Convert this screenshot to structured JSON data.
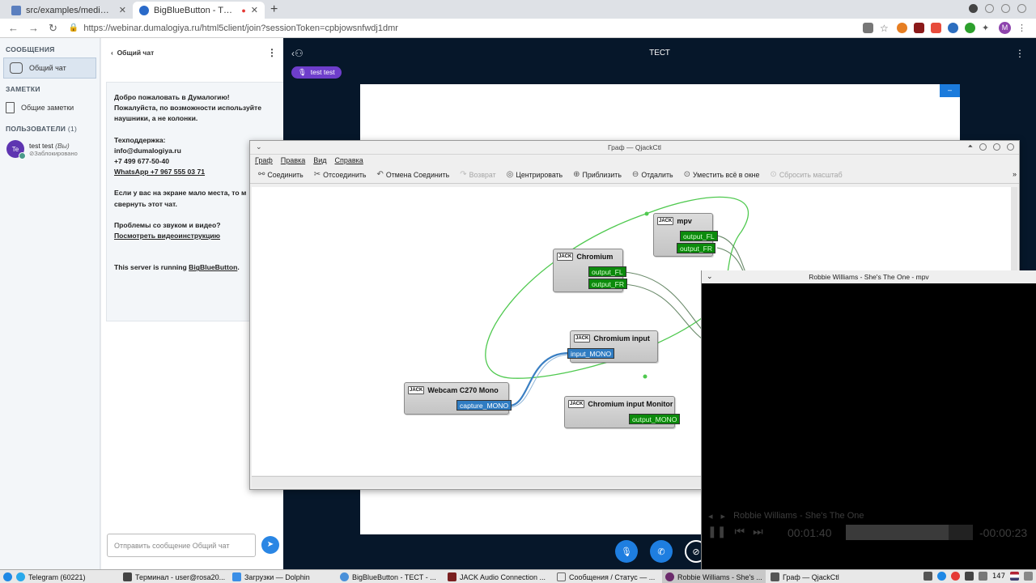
{
  "browser": {
    "tabs": [
      {
        "title": "src/examples/media-session/m",
        "active": false
      },
      {
        "title": "BigBlueButton - TECT",
        "active": true
      }
    ],
    "url": "https://webinar.dumalogiya.ru/html5client/join?sessionToken=cpbjowsnfwdj1dmr"
  },
  "userlist": {
    "messages_heading": "СООБЩЕНИЯ",
    "public_chat": "Общий чат",
    "notes_heading": "ЗАМЕТКИ",
    "shared_notes": "Общие заметки",
    "users_heading": "ПОЛЬЗОВАТЕЛИ",
    "users_count": "(1)",
    "user": {
      "initials": "Te",
      "name": "test test",
      "you": "(Вы)",
      "status": "Заблокировано"
    }
  },
  "chat": {
    "title": "Общий чат",
    "welcome": {
      "l1": "Добро пожаловать в Думалогию!",
      "l2": "Пожалуйста, по возможности используйте",
      "l3": "наушники, а не колонки.",
      "support": "Техподдержка:",
      "email": "info@dumalogiya.ru",
      "phone": "+7 499 677-50-40",
      "whatsapp": "WhatsApp +7 967 555 03 71",
      "small1": "Если у вас на экране мало места, то м",
      "small2": "свернуть этот чат.",
      "problems": "Проблемы со звуком и видео?",
      "video_link": "Посмотреть видеоинструкцию",
      "server_pre": "This server is running ",
      "server_link": "BigBlueButton",
      "server_post": "."
    },
    "input_placeholder": "Отправить сообщение Общий чат"
  },
  "stage": {
    "title": "ТЕСТ",
    "talker": "test test"
  },
  "qjack": {
    "title": "Граф — QjackCtl",
    "menu": [
      "Граф",
      "Правка",
      "Вид",
      "Справка"
    ],
    "toolbar": [
      {
        "label": "Соединить",
        "enabled": true
      },
      {
        "label": "Отсоединить",
        "enabled": true
      },
      {
        "label": "Отмена Соединить",
        "enabled": true
      },
      {
        "label": "Возврат",
        "enabled": false
      },
      {
        "label": "Центрировать",
        "enabled": true
      },
      {
        "label": "Приблизить",
        "enabled": true
      },
      {
        "label": "Отдалить",
        "enabled": true
      },
      {
        "label": "Уместить всё в окне",
        "enabled": true
      },
      {
        "label": "Сбросить масштаб",
        "enabled": false
      }
    ],
    "clients": {
      "mpv": {
        "name": "mpv",
        "ports": [
          "output_FL",
          "output_FR"
        ]
      },
      "chromium": {
        "name": "Chromium",
        "ports": [
          "output_FL",
          "output_FR"
        ]
      },
      "chromium_input": {
        "name": "Chromium input",
        "ports": [
          "input_MONO"
        ]
      },
      "webcam": {
        "name": "Webcam C270 Mono",
        "ports": [
          "capture_MONO"
        ]
      },
      "monitor": {
        "name": "Chromium input Monitor",
        "ports": [
          "output_MONO"
        ]
      }
    }
  },
  "mpv": {
    "title": "Robbie Williams - She's The One - mpv",
    "track": "Robbie Williams - She's The One",
    "elapsed": "00:01:40",
    "remaining": "-00:00:23",
    "progress": 0.81
  },
  "taskbar": {
    "items": [
      "Telegram (60221)",
      "Терминал - user@rosa20...",
      "Загрузки — Dolphin",
      "BigBlueButton - TECT - ...",
      "JACK Audio Connection ...",
      "Сообщения / Статус — ...",
      "Robbie Williams - She's ...",
      "Граф — QjackCtl"
    ],
    "clock": "147"
  },
  "colors": {
    "bbb_dark": "#06172a",
    "bbb_blue": "#1e7ee0",
    "jack_out": "#0c8a0c",
    "jack_in": "#2f7cc2",
    "wire_green": "#4fc94f"
  }
}
